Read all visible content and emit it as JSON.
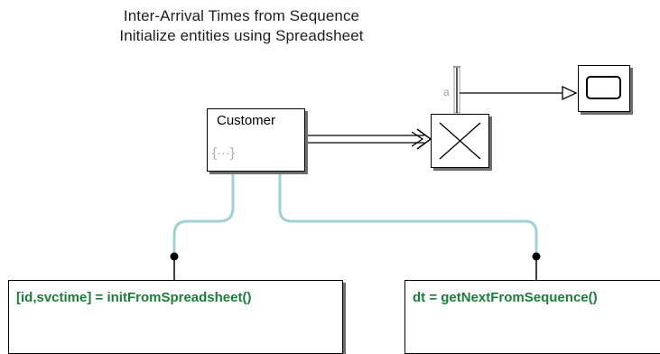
{
  "canvas": {
    "annotation_line1": "Inter-Arrival Times from Sequence",
    "annotation_line2": "Initialize entities using Spreadsheet"
  },
  "blocks": {
    "customer": {
      "label": "Customer",
      "entity_icon": "{···}"
    },
    "server": {
      "icon": "x-cross-icon"
    },
    "scope": {
      "icon": "scope-screen-icon"
    },
    "entity_port_label": "a"
  },
  "actions": {
    "left": {
      "code": "[id,svctime] = initFromSpreadsheet()"
    },
    "right": {
      "code": "dt = getNextFromSequence()"
    }
  },
  "colors": {
    "connector": "#9fd2d6",
    "action_text": "#1b7d3a",
    "entity_line": "#000000",
    "block_shadow": "#6e6e6e"
  }
}
